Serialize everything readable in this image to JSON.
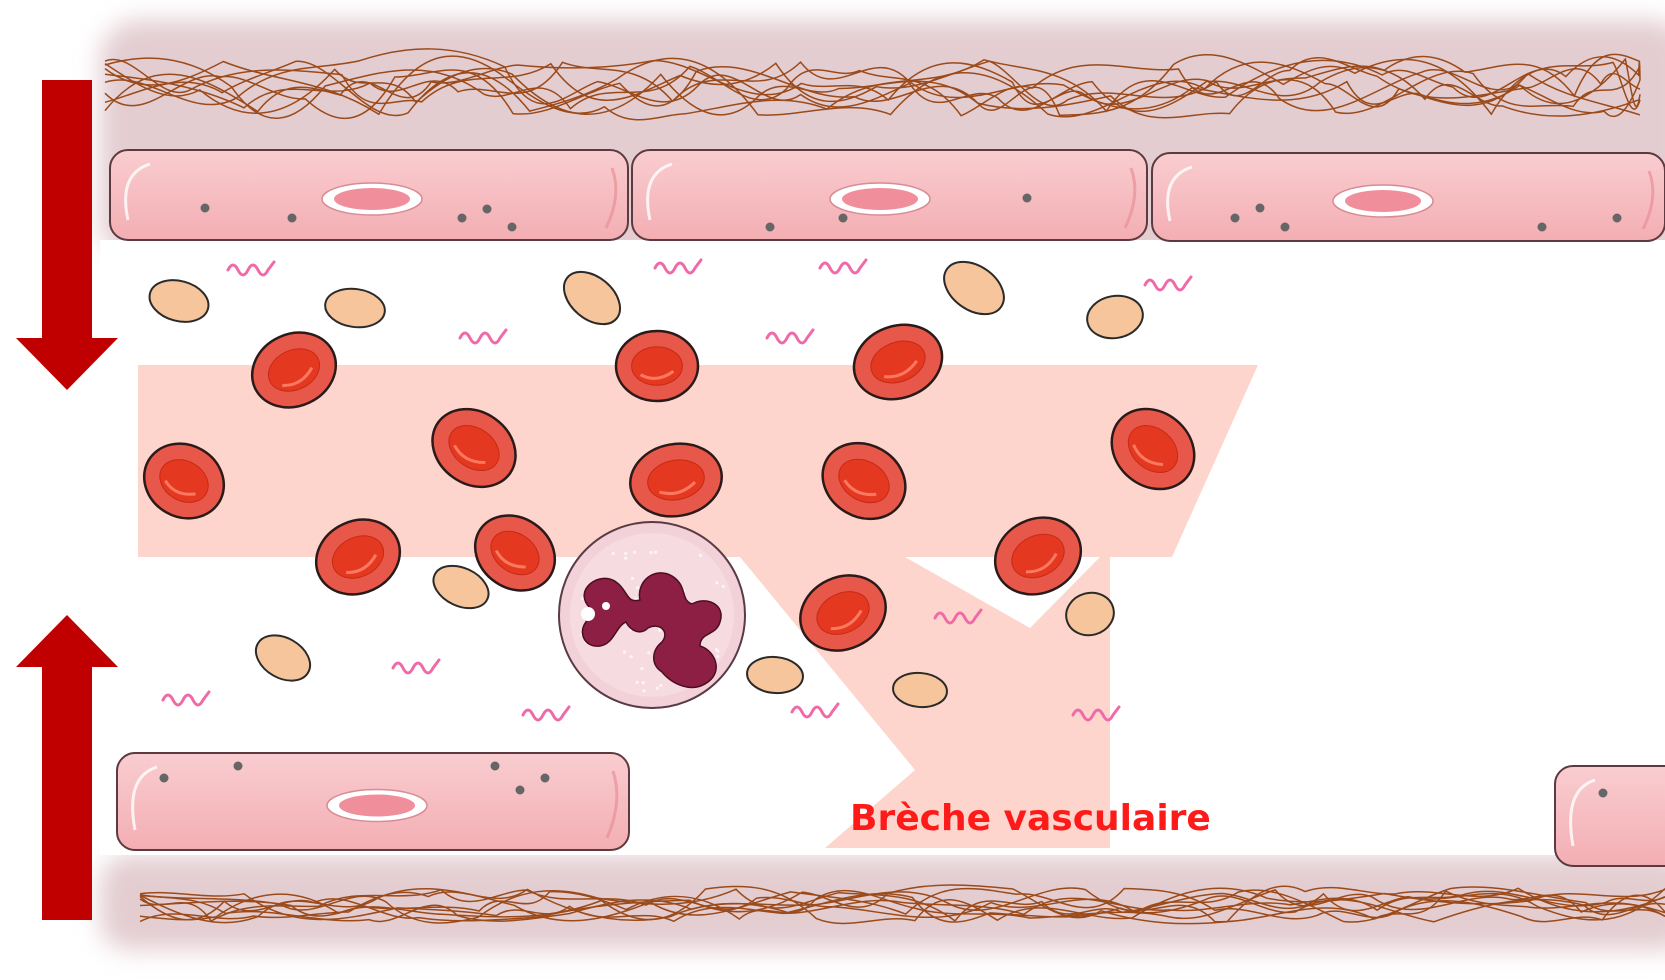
{
  "labels": {
    "breach": "Brèche vasculaire"
  },
  "colors": {
    "arrow": "#c00000",
    "rbc_fill": "#e8584a",
    "rbc_core": "#e53820",
    "platelet": "#f6c59b",
    "endothelial": "#f5b9bd",
    "endothelial_nucleus": "#f08f9b",
    "flow_band": "#fdd5cc",
    "collagen": "#9b4a1a",
    "vessel_wall": "#e3cdd1",
    "neutrophil_nucleus": "#8e1f44",
    "cytokine": "#f06aa8",
    "breach_text": "#ff1a1a"
  },
  "icons": {
    "constriction_arrows": [
      "arrow-down-icon",
      "arrow-up-icon"
    ],
    "cells": [
      "red-blood-cell",
      "platelet",
      "endothelial-cell",
      "neutrophil",
      "cytokine"
    ]
  }
}
